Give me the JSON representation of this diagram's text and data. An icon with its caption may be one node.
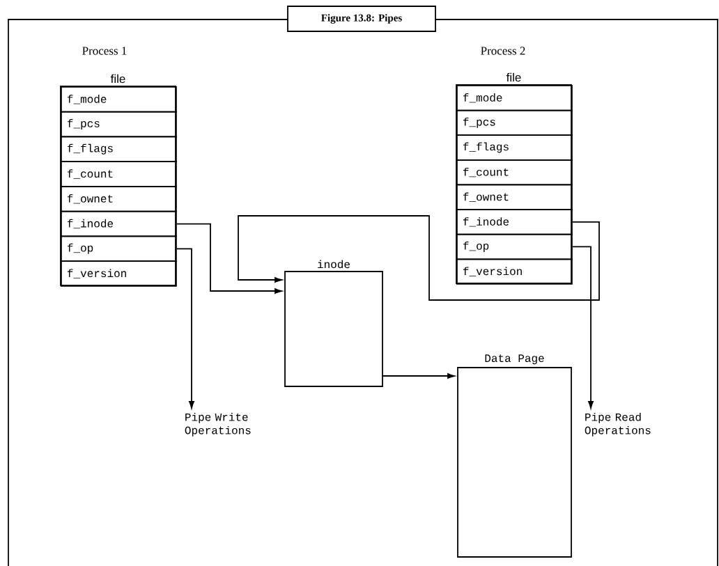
{
  "diagram": {
    "title": "Figure 13.8: Pipes",
    "nodes": [
      {
        "text": [
          "file"
        ]
      },
      {
        "text": [
          "f_mode"
        ],
        "in": 0
      },
      {
        "text": [
          "f_pcs"
        ],
        "in": 0
      },
      {
        "text": [
          "f_flags"
        ],
        "in": 0
      },
      {
        "text": [
          "f_count"
        ],
        "in": 0
      },
      {
        "text": [
          "f_ownet"
        ],
        "in": 0
      },
      {
        "text": [
          "f_inode"
        ],
        "in": 0
      },
      {
        "text": [
          "f_op"
        ],
        "in": 0
      },
      {
        "text": [
          "f_version"
        ],
        "in": 0
      },
      {
        "text": [
          "file"
        ]
      },
      {
        "text": [
          "f_mode"
        ],
        "in": 9
      },
      {
        "text": [
          "f_pcs"
        ],
        "in": 9
      },
      {
        "text": [
          "f_flags"
        ],
        "in": 9
      },
      {
        "text": [
          "f_count"
        ],
        "in": 9
      },
      {
        "text": [
          "f_ownet"
        ],
        "in": 9
      },
      {
        "text": [
          "f_inode"
        ],
        "in": 9
      },
      {
        "text": [
          "f_op"
        ],
        "in": 9
      },
      {
        "text": [
          "f_version"
        ],
        "in": 9
      },
      {
        "text": [
          "inode"
        ]
      },
      {
        "text": [
          "Data Page"
        ]
      },
      {
        "text": [
          "Pipe Write Operations"
        ]
      },
      {
        "text": [
          "Pipe Read Operations"
        ]
      }
    ],
    "edges": [
      {
        "from": 6,
        "to": 18,
        "arrow": "to"
      },
      {
        "from": 15,
        "to": 18,
        "arrow": "to"
      },
      {
        "from": 7,
        "to": 20,
        "arrow": "to"
      },
      {
        "from": 16,
        "to": 21,
        "arrow": "to"
      },
      {
        "from": 18,
        "to": 19,
        "arrow": "to"
      }
    ],
    "labels": [
      "Process 1",
      "Process 2"
    ]
  }
}
